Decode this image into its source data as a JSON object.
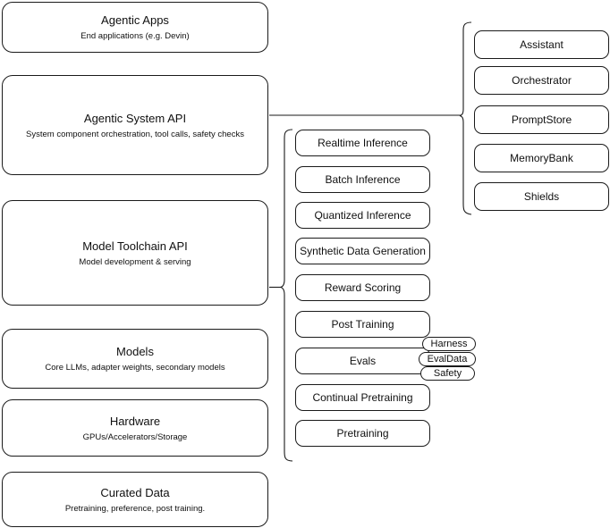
{
  "diagram": {
    "title": "LLM stack layered architecture",
    "stroke_color": "#1a1a1a",
    "background_color": "#ffffff"
  },
  "layers": [
    {
      "id": "agentic-apps",
      "title": "Agentic Apps",
      "subtitle": "End applications (e.g. Devin)"
    },
    {
      "id": "agentic-system-api",
      "title": "Agentic System API",
      "subtitle": "System component orchestration, tool calls, safety checks"
    },
    {
      "id": "model-toolchain-api",
      "title": "Model Toolchain API",
      "subtitle": "Model development & serving"
    },
    {
      "id": "models",
      "title": "Models",
      "subtitle": "Core LLMs, adapter weights, secondary models"
    },
    {
      "id": "hardware",
      "title": "Hardware",
      "subtitle": "GPUs/Accelerators/Storage"
    },
    {
      "id": "curated-data",
      "title": "Curated Data",
      "subtitle": "Pretraining, preference, post training."
    }
  ],
  "toolchain_capabilities": [
    {
      "id": "realtime-inference",
      "label": "Realtime Inference"
    },
    {
      "id": "batch-inference",
      "label": "Batch Inference"
    },
    {
      "id": "quantized-inference",
      "label": "Quantized Inference"
    },
    {
      "id": "synthetic-data-generation",
      "label": "Synthetic Data Generation"
    },
    {
      "id": "reward-scoring",
      "label": "Reward Scoring"
    },
    {
      "id": "post-training",
      "label": "Post Training"
    },
    {
      "id": "evals",
      "label": "Evals"
    },
    {
      "id": "continual-pretraining",
      "label": "Continual Pretraining"
    },
    {
      "id": "pretraining",
      "label": "Pretraining"
    }
  ],
  "evals_badges": [
    {
      "id": "harness",
      "label": "Harness"
    },
    {
      "id": "evaldata",
      "label": "EvalData"
    },
    {
      "id": "safety",
      "label": "Safety"
    }
  ],
  "system_components": [
    {
      "id": "assistant",
      "label": "Assistant"
    },
    {
      "id": "orchestrator",
      "label": "Orchestrator"
    },
    {
      "id": "promptstore",
      "label": "PromptStore"
    },
    {
      "id": "memorybank",
      "label": "MemoryBank"
    },
    {
      "id": "shields",
      "label": "Shields"
    }
  ]
}
